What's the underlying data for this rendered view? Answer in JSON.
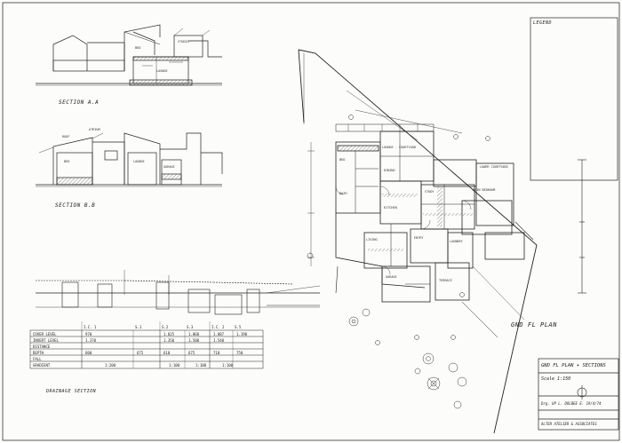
{
  "titles": {
    "section_aa": "SECTION A.A",
    "section_bb": "SECTION B.B",
    "drainage": "DRAINAGE SECTION",
    "gnd_plan": "GND FL PLAN"
  },
  "legend_box": {
    "heading": "LEGEND"
  },
  "title_block": {
    "title": "GND FL PLAN + SECTIONS",
    "scale": "Scale 1:150",
    "drawn": "Drg. UP L. DOLBEE E. 19/4/74",
    "firm": "ALTER ATELIER & ASSOCIATES"
  },
  "schedule": {
    "columns": [
      "I.C. 1",
      "S.1",
      "S.2",
      "S.3",
      "I.C. 2",
      "S.5"
    ],
    "rows": [
      {
        "label": "COVER LEVEL",
        "cells": [
          "970",
          "1.025",
          "1.060",
          "1.087",
          "1.190"
        ]
      },
      {
        "label": "INVERT LEVEL",
        "cells": [
          "1.370",
          "1.350",
          "1.500",
          "1.540"
        ]
      },
      {
        "label": "DISTANCE",
        "cells": []
      },
      {
        "label": "DEPTH",
        "cells": [
          "600",
          "675",
          "610",
          "675",
          "710",
          "750"
        ]
      },
      {
        "label": "FALL",
        "cells": []
      },
      {
        "label": "GRADIENT",
        "cells": [
          "1:200",
          "1:100",
          "1:100",
          "1:100"
        ]
      }
    ]
  },
  "plan_labels": {
    "lounge": "LOUNGE - COURTYARD",
    "dining": "DINING",
    "kitchen": "KITCHEN",
    "bed": "BED",
    "bath": "BATH",
    "garage": "GARAGE",
    "lower_courtyard": "LOWER COURTYARD",
    "main_bedroom": "MAIN BEDROOM",
    "study": "STUDY",
    "terrace": "TERRACE",
    "entry": "ENTRY",
    "laundry": "LAUNDRY",
    "living": "LIVING"
  },
  "section_labels": {
    "roof": "ROOF",
    "bed": "BED",
    "lounge": "LOUNGE",
    "atrium": "ATRIUM",
    "garage": "GARAGE",
    "studio": "STUDIO"
  }
}
